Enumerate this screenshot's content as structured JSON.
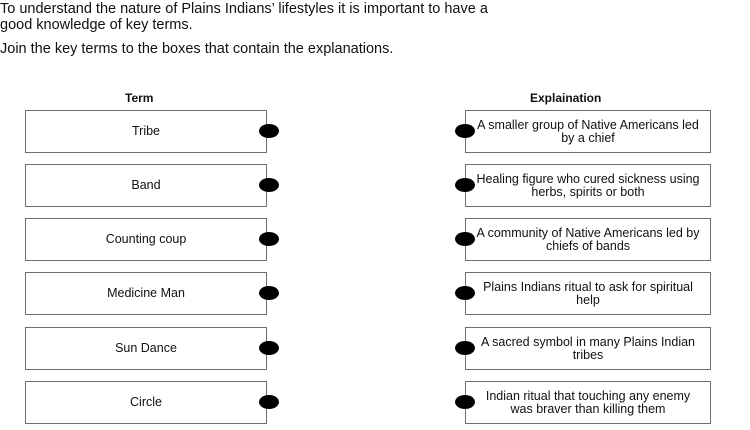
{
  "intro": "To understand the nature of Plains Indians’ lifestyles it is important to have a\ngood knowledge of key terms.",
  "instruction": "Join the key terms to the boxes that contain the explanations.",
  "headers": {
    "term": "Term",
    "explanation": "Explaination"
  },
  "terms": [
    "Tribe",
    "Band",
    "Counting coup",
    "Medicine Man",
    "Sun Dance",
    "Circle"
  ],
  "explanations": [
    "A smaller group of Native Americans led by a chief",
    "Healing figure who cured sickness using herbs, spirits or both",
    "A community of Native Americans led by chiefs of bands",
    "Plains Indians ritual to ask for spiritual help",
    "A sacred symbol in many Plains Indian tribes",
    "Indian ritual that touching any enemy was braver than killing them"
  ]
}
